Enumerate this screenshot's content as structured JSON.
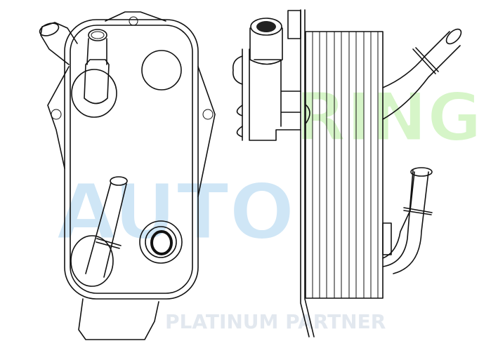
{
  "watermark": {
    "brand_part1": "AUTO",
    "brand_part2": "RING",
    "tagline": "PLATINUM PARTNER",
    "colors": {
      "blue": "#cfe6f6",
      "green": "#d6f5c8",
      "tagline": "#e2e8ef"
    }
  },
  "drawing": {
    "views": [
      "front-view",
      "side-view"
    ],
    "line_color": "#111111"
  }
}
